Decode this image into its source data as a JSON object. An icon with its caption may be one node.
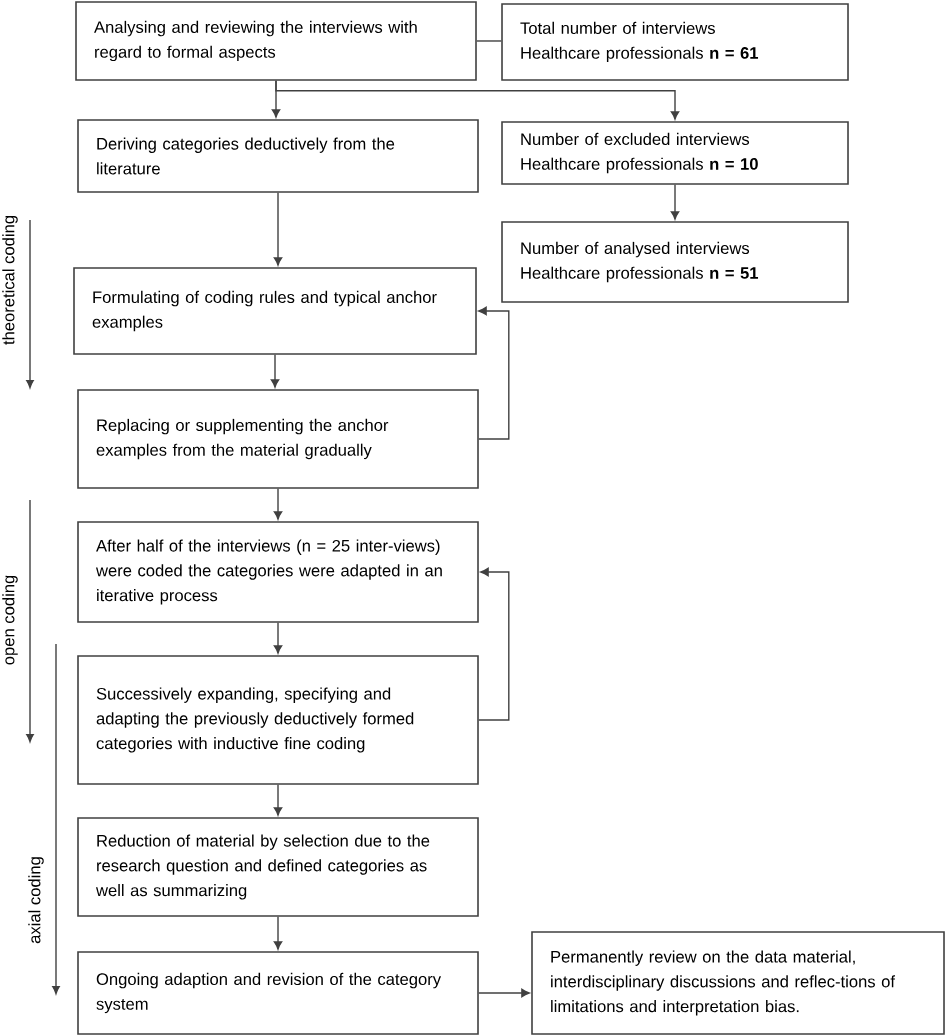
{
  "diagram": {
    "nodes": [
      {
        "text": [
          "Analysing and reviewing the interviews with regard to formal aspects"
        ]
      },
      {
        "text": [
          "Total number of interviews",
          "Healthcare professionals **n = 61**"
        ]
      },
      {
        "text": [
          "Deriving categories deductively from the literature"
        ]
      },
      {
        "text": [
          "Number of excluded interviews",
          "Healthcare professionals **n = 10**"
        ]
      },
      {
        "text": [
          "Number of analysed interviews",
          "Healthcare professionals **n = 51**"
        ]
      },
      {
        "text": [
          "Formulating of coding rules and typical anchor examples"
        ]
      },
      {
        "text": [
          "Replacing or supplementing the anchor examples from the material gradually"
        ]
      },
      {
        "text": [
          "After half of the interviews (n = 25 inter-views) were coded the categories were adapted in an iterative process"
        ]
      },
      {
        "text": [
          "Successively expanding, specifying and adapting the previously deductively formed categories with inductive fine coding"
        ]
      },
      {
        "text": [
          "Reduction of material by selection due to the research question and defined categories as well as summarizing"
        ]
      },
      {
        "text": [
          "Ongoing adaption and revision of the category system"
        ]
      },
      {
        "text": [
          "Permanently review on the data material, interdisciplinary discussions and reflec-tions of limitations and interpretation bias."
        ]
      }
    ],
    "edges": [
      {
        "from": 0,
        "to": 1,
        "arrow": "none"
      },
      {
        "from": 0,
        "to": 2,
        "arrow": "to"
      },
      {
        "from": 0,
        "to": 3,
        "arrow": "to"
      },
      {
        "from": 3,
        "to": 4,
        "arrow": "to"
      },
      {
        "from": 2,
        "to": 5,
        "arrow": "to"
      },
      {
        "from": 5,
        "to": 6,
        "arrow": "to"
      },
      {
        "from": 6,
        "to": 5,
        "arrow": "to"
      },
      {
        "from": 6,
        "to": 7,
        "arrow": "to"
      },
      {
        "from": 7,
        "to": 8,
        "arrow": "to"
      },
      {
        "from": 8,
        "to": 7,
        "arrow": "to"
      },
      {
        "from": 8,
        "to": 9,
        "arrow": "to"
      },
      {
        "from": 9,
        "to": 10,
        "arrow": "to"
      },
      {
        "from": 10,
        "to": 11,
        "arrow": "to"
      }
    ],
    "labels": [
      "theoretical coding",
      "open coding",
      "axial coding"
    ]
  }
}
